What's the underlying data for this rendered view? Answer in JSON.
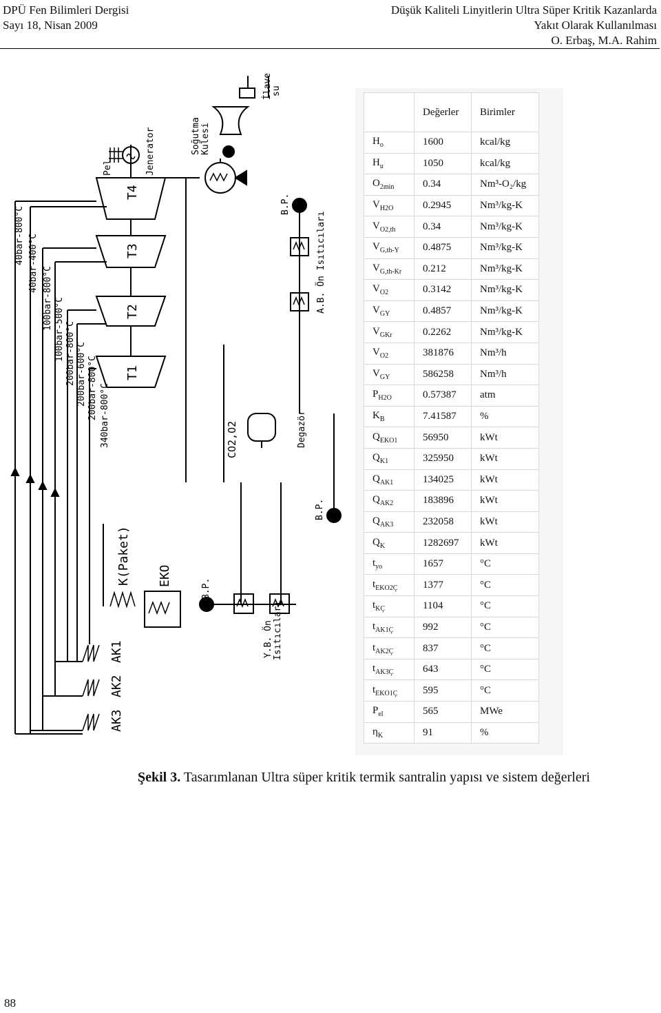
{
  "header": {
    "journal": "DPÜ Fen Bilimleri Dergisi",
    "issue": "Sayı 18, Nisan 2009",
    "title_line1": "Düşük Kaliteli Linyitlerin Ultra Süper Kritik Kazanlarda",
    "title_line2": "Yakıt Olarak Kullanılması",
    "authors": "O. Erbaş, M.A. Rahim"
  },
  "diagram": {
    "labels": {
      "pel": "Pel",
      "jenerator": "Jenerator",
      "sogutma": "Soğutma",
      "kulesi": "Kulesi",
      "ilave": "İlave",
      "su": "su",
      "t4": "T4",
      "t3": "T3",
      "t2": "T2",
      "t1": "T1",
      "bp1": "B.P.",
      "bp2": "B.P.",
      "bp3": "B.P.",
      "ab_on": "A.B. Ön Isıtıcıları",
      "yb_on1": "Y.B. Ön",
      "yb_on2": "Isıtıcıları",
      "degazor": "Degazör",
      "co2o2": "CO2,O2",
      "kpaket": "K(Paket)",
      "eko": "EKO",
      "ak1": "AK1",
      "ak2": "AK2",
      "ak3": "AK3",
      "p40_800": "40bar-800°C",
      "p40_400": "40bar-400°C",
      "p100_800": "100bar-800°C",
      "p100_500": "100bar-500°C",
      "p200_800": "200bar-800°C",
      "p200_600": "200bar-600°C",
      "p200b_800": "200bar-800°C",
      "p340_800": "340bar-800°C"
    }
  },
  "table": {
    "header": {
      "values": "Değerler",
      "units": "Birimler"
    },
    "rows": [
      {
        "sym": "H",
        "sub": "o",
        "val": "1600",
        "unit": "kcal/kg"
      },
      {
        "sym": "H",
        "sub": "u",
        "val": "1050",
        "unit": "kcal/kg"
      },
      {
        "sym": "O",
        "sub": "2min",
        "val": "0.34",
        "unit": "Nm³-O₂/kg"
      },
      {
        "sym": "V",
        "sub": "H2O",
        "val": "0.2945",
        "unit": "Nm³/kg-K"
      },
      {
        "sym": "V",
        "sub": "O2,th",
        "val": "0.34",
        "unit": "Nm³/kg-K"
      },
      {
        "sym": "V",
        "sub": "G,th-Y",
        "val": "0.4875",
        "unit": "Nm³/kg-K"
      },
      {
        "sym": "V",
        "sub": "G,th-Kr",
        "val": "0.212",
        "unit": "Nm³/kg-K"
      },
      {
        "sym": "V",
        "sub": "O2",
        "val": "0.3142",
        "unit": "Nm³/kg-K"
      },
      {
        "sym": "V",
        "sub": "GY",
        "val": "0.4857",
        "unit": "Nm³/kg-K"
      },
      {
        "sym": "V",
        "sub": "GKr",
        "val": "0.2262",
        "unit": "Nm³/kg-K"
      },
      {
        "sym": "V",
        "sub": "O2",
        "val": "381876",
        "unit": "Nm³/h"
      },
      {
        "sym": "V",
        "sub": "GY",
        "val": "586258",
        "unit": "Nm³/h"
      },
      {
        "sym": "P",
        "sub": "H2O",
        "val": "0.57387",
        "unit": "atm"
      },
      {
        "sym": "K",
        "sub": "B",
        "val": "7.41587",
        "unit": "%"
      },
      {
        "sym": "Q",
        "sub": "EKO1",
        "val": "56950",
        "unit": "kWt"
      },
      {
        "sym": "Q",
        "sub": "K1",
        "val": "325950",
        "unit": "kWt"
      },
      {
        "sym": "Q",
        "sub": "AK1",
        "val": "134025",
        "unit": "kWt"
      },
      {
        "sym": "Q",
        "sub": "AK2",
        "val": "183896",
        "unit": "kWt"
      },
      {
        "sym": "Q",
        "sub": "AK3",
        "val": "232058",
        "unit": "kWt"
      },
      {
        "sym": "Q",
        "sub": "K",
        "val": "1282697",
        "unit": "kWt"
      },
      {
        "sym": "t",
        "sub": "yo",
        "val": "1657",
        "unit": "°C"
      },
      {
        "sym": "t",
        "sub": "EKO2Ç",
        "val": "1377",
        "unit": "°C"
      },
      {
        "sym": "t",
        "sub": "KÇ",
        "val": "1104",
        "unit": "°C"
      },
      {
        "sym": "t",
        "sub": "AK1Ç",
        "val": "992",
        "unit": "°C"
      },
      {
        "sym": "t",
        "sub": "AK2Ç",
        "val": "837",
        "unit": "°C"
      },
      {
        "sym": "t",
        "sub": "AK3Ç",
        "val": "643",
        "unit": "°C"
      },
      {
        "sym": "t",
        "sub": "EKO1Ç",
        "val": "595",
        "unit": "°C"
      },
      {
        "sym": "P",
        "sub": "el",
        "val": "565",
        "unit": "MWe"
      },
      {
        "sym": "η",
        "sub": "K",
        "val": "91",
        "unit": "%"
      }
    ]
  },
  "caption": {
    "label": "Şekil 3.",
    "text": " Tasarımlanan Ultra süper kritik  termik santralin  yapısı ve sistem değerleri"
  },
  "page_number": "88"
}
